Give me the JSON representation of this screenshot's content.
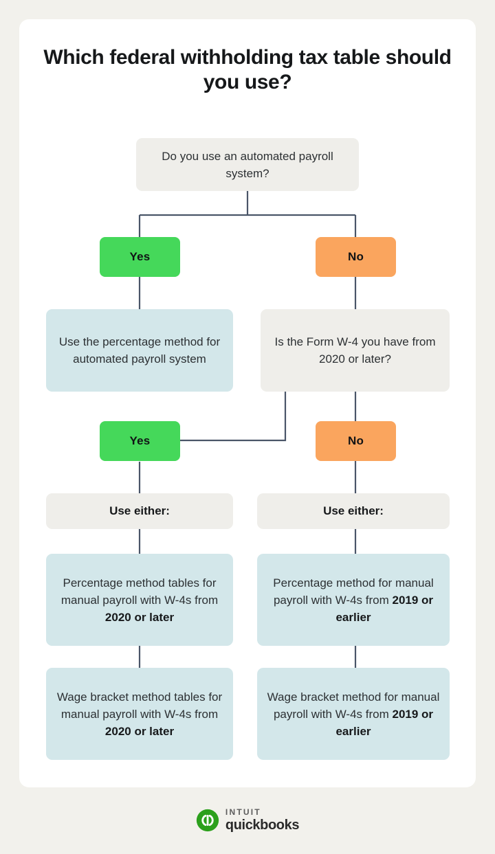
{
  "page": {
    "background_color": "#F2F1EC",
    "card_color": "#FFFFFF",
    "title": "Which federal withholding tax table should you use?"
  },
  "colors": {
    "yes_chip": "#45D85A",
    "no_chip": "#FAA55E",
    "question_box": "#EFEEEA",
    "outcome_box": "#D3E7EA",
    "connector_line": "#4A5568",
    "text": "#2C3033",
    "brand_green": "#2CA01C"
  },
  "flowchart": {
    "type": "decision-tree",
    "root_question": "Do you use an automated payroll system?",
    "branch_yes_1": "Yes",
    "branch_no_1": "No",
    "yes_outcome": "Use the percentage method for automated payroll system",
    "second_question": "Is the Form W-4 you have from 2020 or later?",
    "branch_yes_2": "Yes",
    "branch_no_2": "No",
    "use_either_left": "Use either:",
    "use_either_right": "Use either:",
    "left_result_1": {
      "lead": "Percentage method tables for manual payroll with W-4s from ",
      "emphasis": "2020 or later"
    },
    "left_result_2": {
      "lead": "Wage bracket method tables for manual payroll with W-4s from ",
      "emphasis": "2020 or later"
    },
    "right_result_1": {
      "lead": "Percentage method for manual payroll with W-4s from ",
      "emphasis": "2019 or earlier"
    },
    "right_result_2": {
      "lead": "Wage bracket method for manual payroll with W-4s from ",
      "emphasis": "2019 or earlier"
    }
  },
  "footer": {
    "brand_top": "INTUIT",
    "brand_bottom": "quickbooks",
    "logo_letters": "qb"
  }
}
